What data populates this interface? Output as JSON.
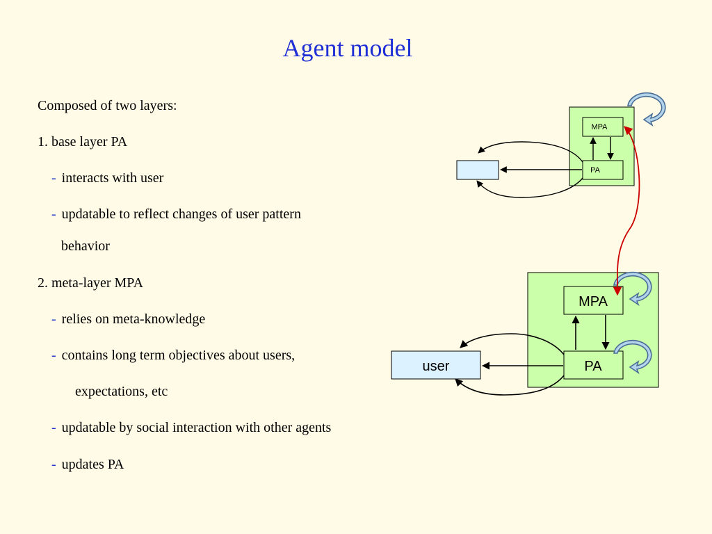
{
  "slide": {
    "title": "Agent model",
    "lines": {
      "composed": "Composed of two layers:",
      "base_layer": "1. base layer PA",
      "interacts": "interacts with user",
      "updatable_reflect": "updatable to reflect changes of user pattern",
      "behavior": "behavior",
      "meta_layer": "2. meta-layer MPA",
      "relies": "relies on meta-knowledge",
      "contains": "contains long term objectives about users,",
      "expectations": "expectations, etc",
      "updatable_social": "updatable by social interaction with other agents",
      "updates_pa": "updates PA"
    },
    "bullet_dash": "-"
  },
  "diagram": {
    "small": {
      "mpa_label": "MPA",
      "pa_label": "PA"
    },
    "large": {
      "mpa_label": "MPA",
      "pa_label": "PA",
      "user_label": "user"
    },
    "colors": {
      "agent_fill": "#ccffaa",
      "user_fill": "#ddf2ff",
      "cycle_fill": "#b4d4ec",
      "cycle_stroke": "#4a6f97",
      "link_arrow": "#cc0000"
    },
    "icons": [
      "cycle-arrow-icon"
    ]
  }
}
